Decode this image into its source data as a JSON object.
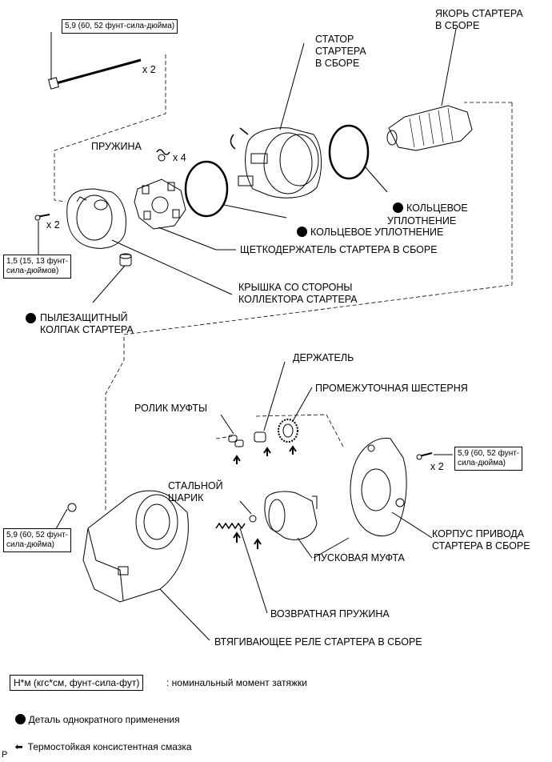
{
  "torque_specs": {
    "top_bolt": "5,9 (60, 52 фунт-сила-дюйма)",
    "small_screw": "1,5 (15, 13 фунт-\nсила-дюймов)",
    "right_bolt": "5,9 (60, 52 фунт-\nсила-дюйма)",
    "left_nut": "5,9 (60, 52 фунт-\nсила-дюйма)"
  },
  "multipliers": {
    "bolt": "x 2",
    "spring": "x 4",
    "screw": "x 2",
    "right_bolt": "x 2"
  },
  "labels": {
    "armature": "ЯКОРЬ СТАРТЕРА\nВ СБОРЕ",
    "stator": "СТАТОР\nСТАРТЕРА\nВ СБОРЕ",
    "spring": "ПРУЖИНА",
    "o_ring_right": "КОЛЬЦЕВОЕ\nУПЛОТНЕНИЕ",
    "o_ring_center": "КОЛЬЦЕВОЕ УПЛОТНЕНИЕ",
    "brush_holder": "ЩЕТКОДЕРЖАТЕЛЬ СТАРТЕРА В СБОРЕ",
    "commutator_cover": "КРЫШКА СО СТОРОНЫ\nКОЛЛЕКТОРА СТАРТЕРА",
    "dust_cap": "ПЫЛЕЗАЩИТНЫЙ\nКОЛПАК СТАРТЕРА",
    "retainer": "ДЕРЖАТЕЛЬ",
    "idler_gear": "ПРОМЕЖУТОЧНАЯ ШЕСТЕРНЯ",
    "clutch_roller": "РОЛИК МУФТЫ",
    "steel_ball": "СТАЛЬНОЙ\nШАРИК",
    "drive_housing": "КОРПУС ПРИВОДА\nСТАРТЕРА В СБОРЕ",
    "starter_clutch": "ПУСКОВАЯ МУФТА",
    "return_spring": "ВОЗВРАТНАЯ ПРУЖИНА",
    "solenoid": "ВТЯГИВАЮЩЕЕ РЕЛЕ СТАРТЕРА В СБОРЕ"
  },
  "legend": {
    "torque_unit": "Н*м (кгс*см, фунт-сила-фут)",
    "torque_desc": ": номинальный момент затяжки",
    "non_reusable": "Деталь однократного применения",
    "grease": "Термостойкая консистентная смазка"
  },
  "figure_code": "P"
}
